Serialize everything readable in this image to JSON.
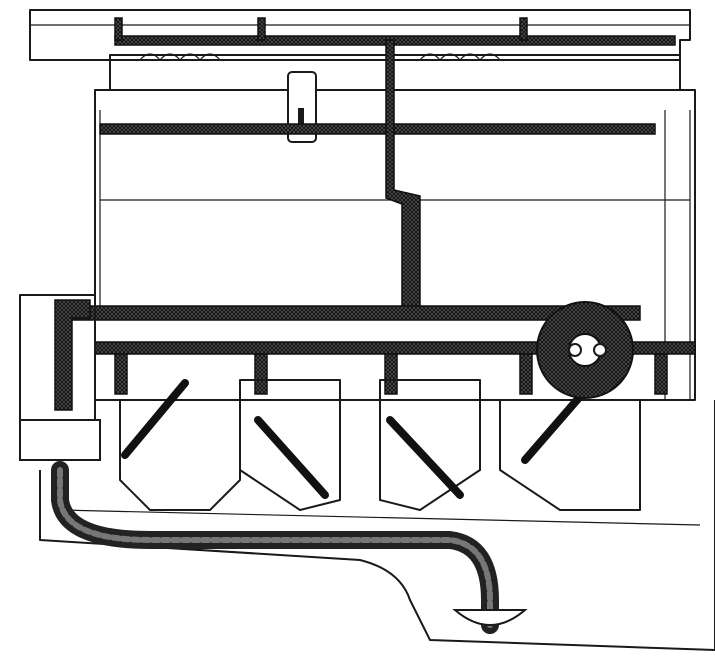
{
  "diagram": {
    "kind": "engine lubrication cross-section",
    "colors": {
      "ink": "#1a1a1a",
      "hatch": "#3a3a3a",
      "paper": "#ffffff"
    },
    "crank_throws": 4,
    "main_bearings": 5
  }
}
